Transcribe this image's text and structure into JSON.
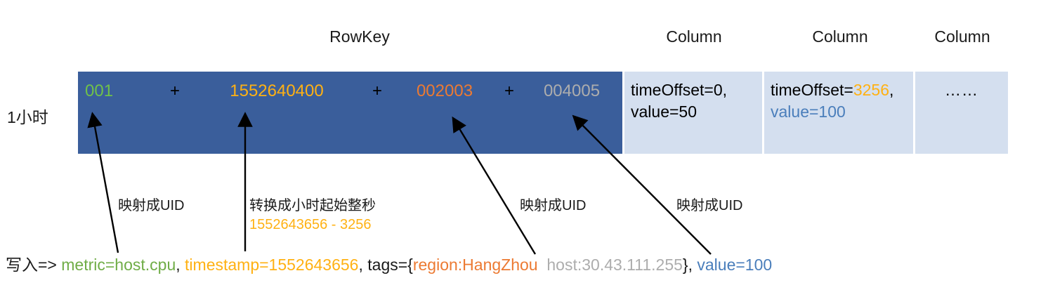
{
  "headers": {
    "rowkey": "RowKey",
    "column_1": "Column",
    "column_2": "Column",
    "column_3": "Column"
  },
  "row": {
    "label": "1小时",
    "rowkey_parts": {
      "metric_uid": "001",
      "plus_1": "+",
      "timestamp_base": "1552640400",
      "plus_2": "+",
      "tag_uid_1": "002003",
      "plus_3": "+",
      "tag_uid_2": "004005"
    },
    "columns": [
      {
        "time_offset_label": "timeOffset=0,",
        "value_label": "value=50"
      },
      {
        "time_offset_prefix": "timeOffset=",
        "time_offset_value": "3256",
        "time_offset_suffix": ",",
        "value_label": "value=100"
      },
      {
        "ellipsis": "……"
      }
    ]
  },
  "annotations": [
    {
      "text": "映射成UID"
    },
    {
      "text": "转换成小时起始整秒",
      "sub": "1552643656 - 3256"
    },
    {
      "text": "映射成UID"
    },
    {
      "text": "映射成UID"
    }
  ],
  "write_line": {
    "prefix": "写入=>",
    "metric": "metric=host.cpu",
    "sep_1": ", ",
    "timestamp": "timestamp=1552643656",
    "sep_2": ", ",
    "tags_open": "tags={",
    "tag_region": "region:HangZhou",
    "tag_gap": "  ",
    "tag_host": "host:30.43.111.255",
    "tags_close": "}, ",
    "value": "value=100"
  },
  "colors": {
    "rowkey_bg": "#3a5e9b",
    "column_bg": "#d4dfef",
    "metric_green": "#70c14a",
    "timestamp_orange": "#ffb113",
    "tag_orange": "#ec7a32",
    "host_grey": "#adadad",
    "value_blue": "#4a7ebb"
  }
}
